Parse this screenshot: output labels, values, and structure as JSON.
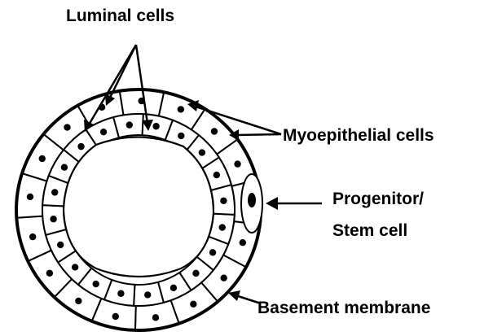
{
  "labels": {
    "luminal": "Luminal cells",
    "myoepithelial": "Myoepithelial cells",
    "progenitor_line1": "Progenitor/",
    "progenitor_line2": "Stem cell",
    "basement": "Basement membrane"
  },
  "colors": {
    "ink": "#000000",
    "background": "#ffffff"
  }
}
